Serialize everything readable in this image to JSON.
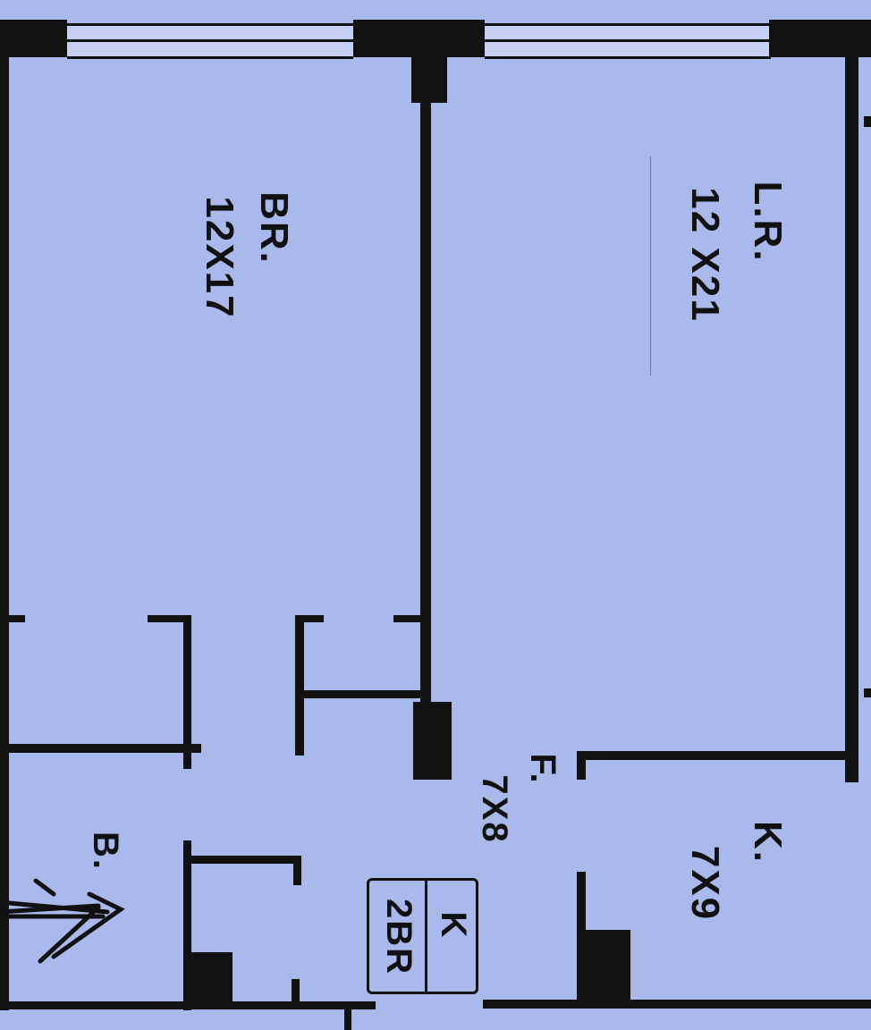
{
  "rooms": {
    "bedroom": {
      "name": "BR.",
      "size": "12X17"
    },
    "living_room": {
      "name": "L.R.",
      "size": "12 X21"
    },
    "foyer": {
      "name": "F.",
      "size": "7X8"
    },
    "kitchen": {
      "name": "K.",
      "size": "7X9"
    },
    "bath": {
      "name": "B."
    }
  },
  "unit_tag": {
    "line": "K",
    "type": "2BR"
  },
  "colors": {
    "paper": "#aab9ec",
    "ink": "#111111"
  }
}
